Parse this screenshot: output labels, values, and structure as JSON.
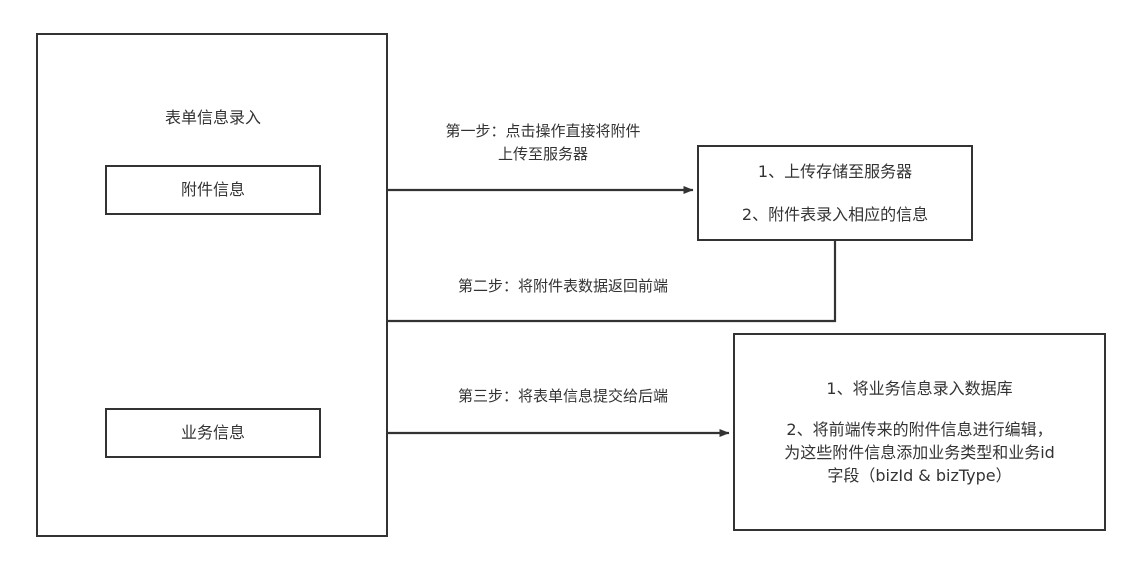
{
  "diagram": {
    "title_text": "表单信息录入",
    "nodes": {
      "container": {
        "label": "表单信息录入"
      },
      "attachment": {
        "label": "附件信息"
      },
      "business": {
        "label": "业务信息"
      },
      "server": {
        "line1": "1、上传存储至服务器",
        "line2": "2、附件表录入相应的信息"
      },
      "backend": {
        "line1": "1、将业务信息录入数据库",
        "line2": "2、将前端传来的附件信息进行编辑，",
        "line3": "为这些附件信息添加业务类型和业务id",
        "line4": "字段（bizId & bizType）"
      }
    },
    "edges": {
      "step1": "第一步：点击操作直接将附件\n上传至服务器",
      "step2": "第二步：将附件表数据返回前端",
      "step3": "第三步：将表单信息提交给后端"
    },
    "colors": {
      "stroke": "#333333",
      "text": "#333333",
      "background": "#ffffff"
    }
  }
}
